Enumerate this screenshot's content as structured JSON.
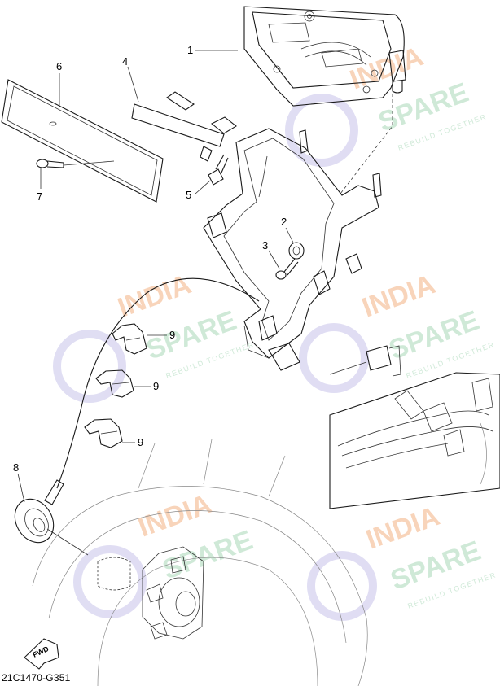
{
  "callouts": [
    {
      "label": "1"
    },
    {
      "label": "2"
    },
    {
      "label": "3"
    },
    {
      "label": "4"
    },
    {
      "label": "5"
    },
    {
      "label": "6"
    },
    {
      "label": "7"
    },
    {
      "label": "8"
    },
    {
      "label": "9"
    },
    {
      "label": "9"
    },
    {
      "label": "9"
    }
  ],
  "watermark": {
    "line1": "INDIA",
    "line2": "SPARE",
    "tagline": "REBUILD TOGETHER"
  },
  "fwd_label": "FWD",
  "drawing_code": "21C1470-G351",
  "colors": {
    "watermark_orange": "#f4b183",
    "watermark_green": "#a9d8b8",
    "watermark_blue": "#c7c3ea",
    "line": "#1a1a1a"
  }
}
